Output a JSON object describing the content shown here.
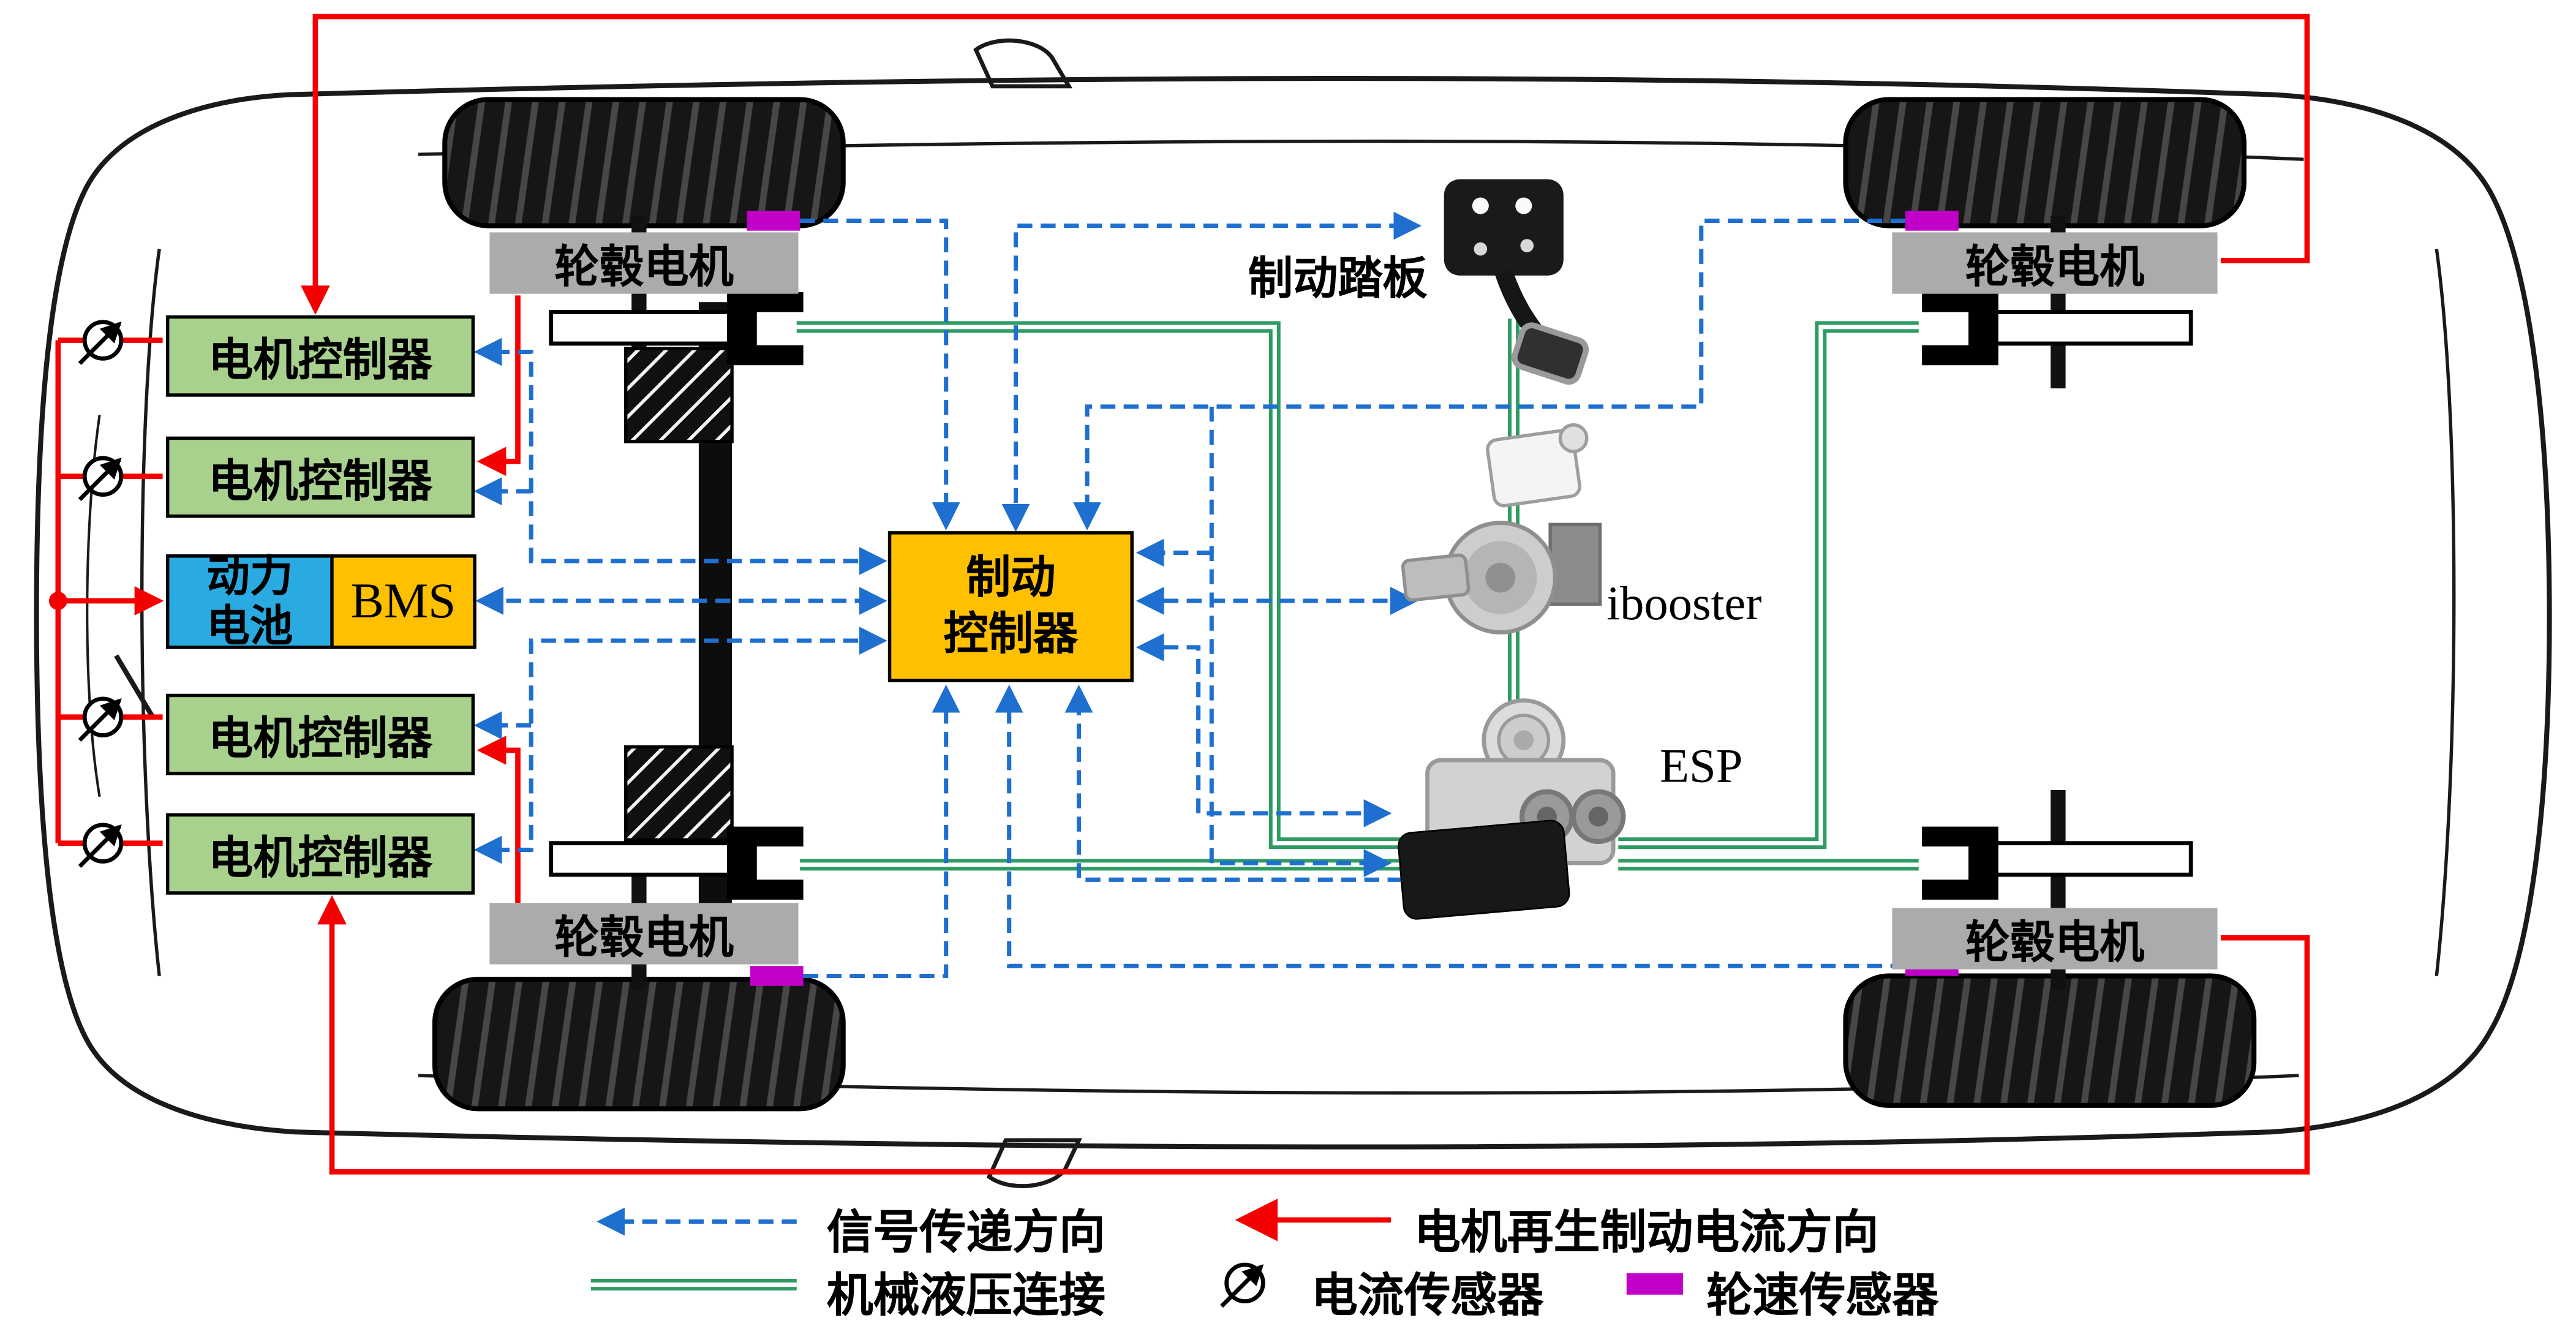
{
  "components": {
    "hub_motor": "轮毂电机",
    "motor_controller": "电机控制器",
    "battery": {
      "line1": "动力",
      "line2": "电池"
    },
    "bms": "BMS",
    "brake_controller": {
      "line1": "制动",
      "line2": "控制器"
    },
    "brake_pedal": "制动踏板",
    "ibooster": "ibooster",
    "esp": "ESP"
  },
  "legend": {
    "signal": "信号传递方向",
    "regen_current": "电机再生制动电流方向",
    "hydraulic": "机械液压连接",
    "current_sensor": "电流传感器",
    "wheel_speed_sensor": "轮速传感器"
  },
  "colors": {
    "signal-blue": "#1e6fd0",
    "current-red": "#f40000",
    "hydraulic-green": "#2e9b63",
    "sensor-purple": "#c000c8",
    "controller-green": "#a9d18e",
    "battery-blue": "#29abe2",
    "accent-orange": "#ffc000",
    "hub-gray": "#ababab"
  }
}
